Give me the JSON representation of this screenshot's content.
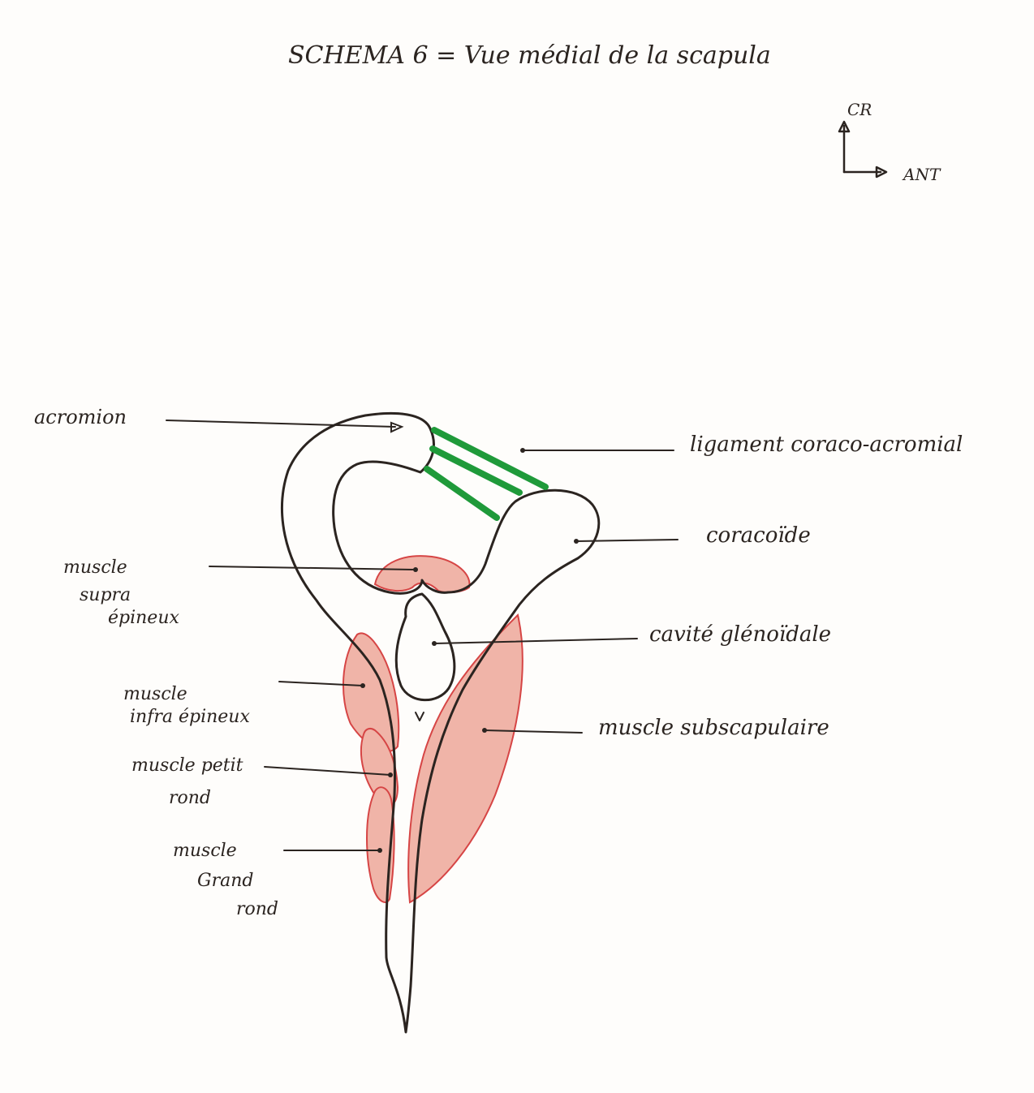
{
  "title": "SCHEMA 6 = Vue médial de la scapula",
  "orientation": {
    "up_label": "CR",
    "right_label": "ANT"
  },
  "labels": {
    "acromion": "acromion",
    "ligament": "ligament coraco-acromial",
    "coracoide": "coracoïde",
    "supra_line1": "muscle",
    "supra_line2": "supra",
    "supra_line3": "épineux",
    "glenoid": "cavité glénoïdale",
    "infra_line1": "muscle",
    "infra_line2": "infra épineux",
    "subscap": "muscle subscapulaire",
    "petit_line1": "muscle petit",
    "petit_line2": "rond",
    "grand_line1": "muscle",
    "grand_line2": "Grand",
    "grand_line3": "rond"
  },
  "colors": {
    "ink": "#2b2420",
    "muscle_fill": "#f0b4a8",
    "muscle_stroke": "#d64545",
    "ligament": "#1f9a3a"
  }
}
